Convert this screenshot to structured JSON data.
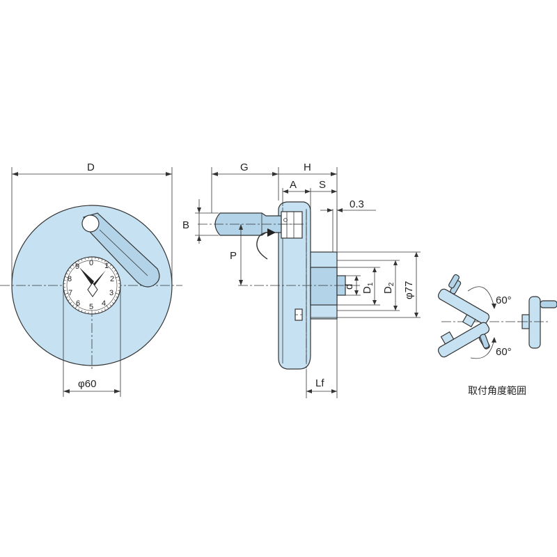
{
  "front_view": {
    "dim_D": "D",
    "dim_phi60": "φ60",
    "dial_numbers": [
      "1",
      "2",
      "3",
      "4",
      "5",
      "6",
      "7",
      "8",
      "9",
      "0"
    ]
  },
  "side_view": {
    "dim_G": "G",
    "dim_H": "H",
    "dim_A": "A",
    "dim_S": "S",
    "dim_gap": "0.3",
    "dim_B": "B",
    "dim_P": "P",
    "dim_d": "d",
    "dim_D1_main": "D",
    "dim_D1_sub": "1",
    "dim_D2_main": "D",
    "dim_D2_sub": "2",
    "dim_phi77": "φ77",
    "dim_Lf": "Lf"
  },
  "angle_view": {
    "angle_upper": "60°",
    "angle_lower": "60°",
    "caption": "取付角度範囲"
  }
}
